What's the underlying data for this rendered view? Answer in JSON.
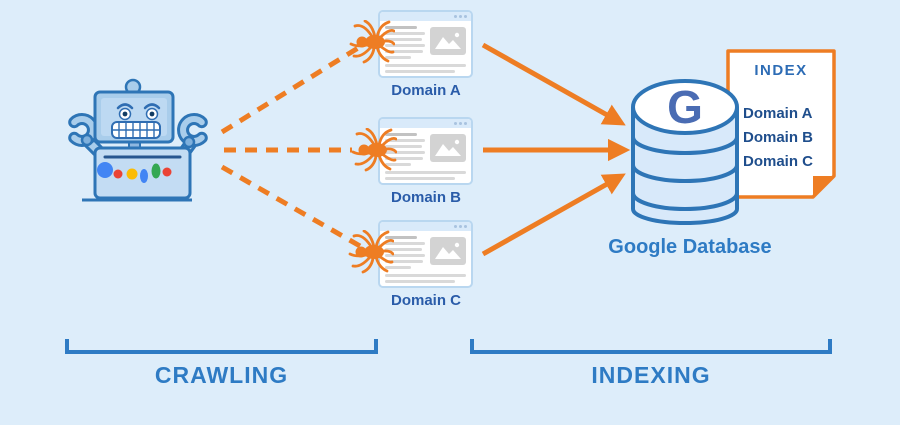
{
  "stages": [
    {
      "label": "CRAWLING"
    },
    {
      "label": "INDEXING"
    }
  ],
  "domains": [
    {
      "label": "Domain A"
    },
    {
      "label": "Domain B"
    },
    {
      "label": "Domain C"
    }
  ],
  "database": {
    "logo_letter": "G",
    "label": "Google Database"
  },
  "index_card": {
    "title": "INDEX",
    "entries": [
      "Domain A",
      "Domain B",
      "Domain C"
    ]
  },
  "colors": {
    "background": "#ddedfa",
    "accent_orange": "#ee7d23",
    "outline_blue": "#2e75b6",
    "heading_blue": "#2e7bc4",
    "card_label_blue": "#2a5ca9",
    "index_entry_navy": "#1f4e8c",
    "logo_letter_blue": "#4a6cb3"
  }
}
